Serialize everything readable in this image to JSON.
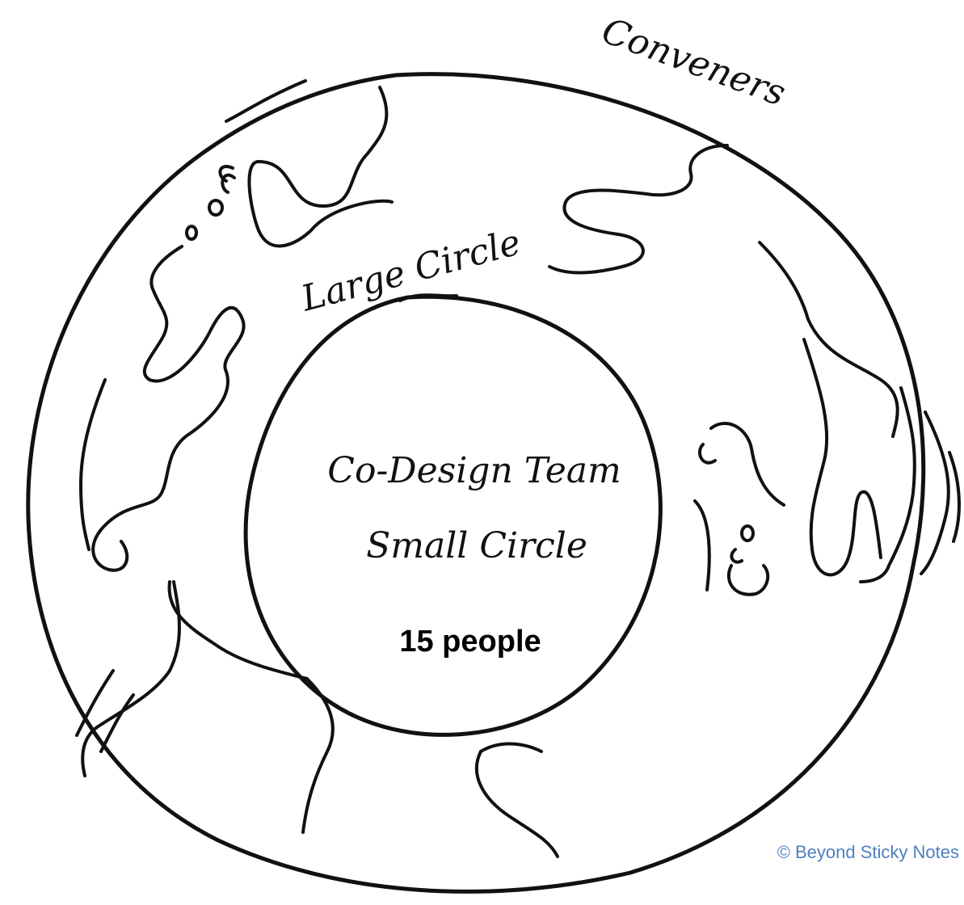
{
  "diagram": {
    "outer_label": "Conveners",
    "middle_label": "Large Circle",
    "inner_label_line1": "Co-Design Team",
    "inner_label_line2": "Small Circle",
    "inner_count": "15 people",
    "credit": "© Beyond Sticky Notes",
    "colors": {
      "ink": "#111111",
      "credit": "#4f7fc0",
      "background": "#ffffff"
    }
  }
}
